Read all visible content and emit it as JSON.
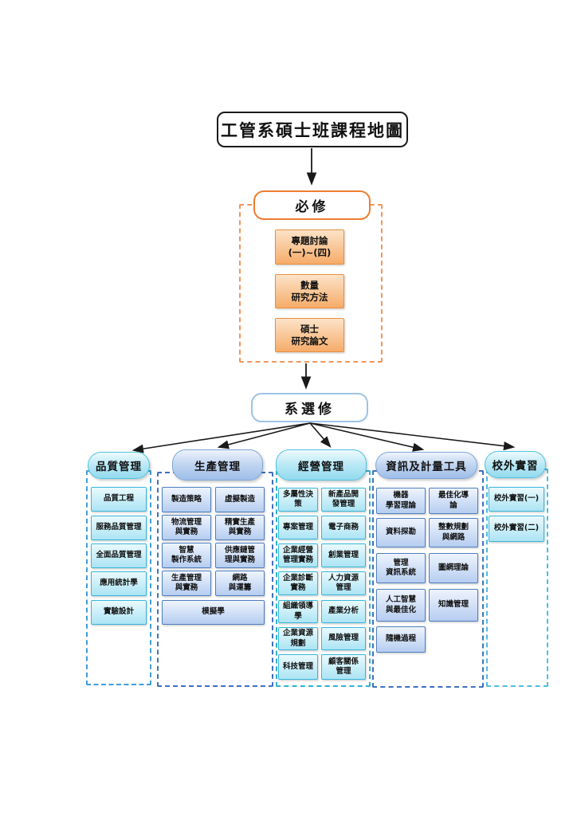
{
  "title": "工管系碩士班課程地圖",
  "required": {
    "label": "必修",
    "courses": [
      "專題討論\n(一)~(四)",
      "數量\n研究方法",
      "碩士\n研究論文"
    ]
  },
  "elective": {
    "label": "系選修",
    "categories": [
      {
        "label": "品質管理",
        "courses": [
          "品質工程",
          "服務品質管理",
          "全面品質管理",
          "應用統計學",
          "實驗設計"
        ]
      },
      {
        "label": "生產管理",
        "courses": [
          "製造策略",
          "虛擬製造",
          "物流管理\n與實務",
          "精實生產\n與實務",
          "智慧\n製作系統",
          "供應鏈管\n理與實務",
          "生產管理\n與實務",
          "網路\n與運籌",
          "模擬學"
        ]
      },
      {
        "label": "經營管理",
        "courses": [
          "多屬性決\n策",
          "新產品開\n發管理",
          "專案管理",
          "電子商務",
          "企業經營\n管理實務",
          "創業管理",
          "企業診斷\n實務",
          "人力資源\n管理",
          "組織領導\n學",
          "產業分析",
          "企業資源\n規劃",
          "風險管理",
          "科技管理",
          "顧客關係\n管理"
        ]
      },
      {
        "label": "資訊及計量工具",
        "courses": [
          "機器\n學習理論",
          "最佳化導\n論",
          "資料探勘",
          "整數規劃\n與網路",
          "管理\n資訊系統",
          "圖網理論",
          "人工智慧\n與最佳化",
          "知識管理",
          "隨機過程"
        ]
      },
      {
        "label": "校外實習",
        "courses": [
          "校外實習(一)",
          "校外實習(二)"
        ]
      }
    ]
  },
  "colors": {
    "required_accent": "#ED7D31",
    "cyan_accent": "#38B6DA",
    "blue_accent": "#4472C4",
    "arrow": "#1a1a1a"
  }
}
